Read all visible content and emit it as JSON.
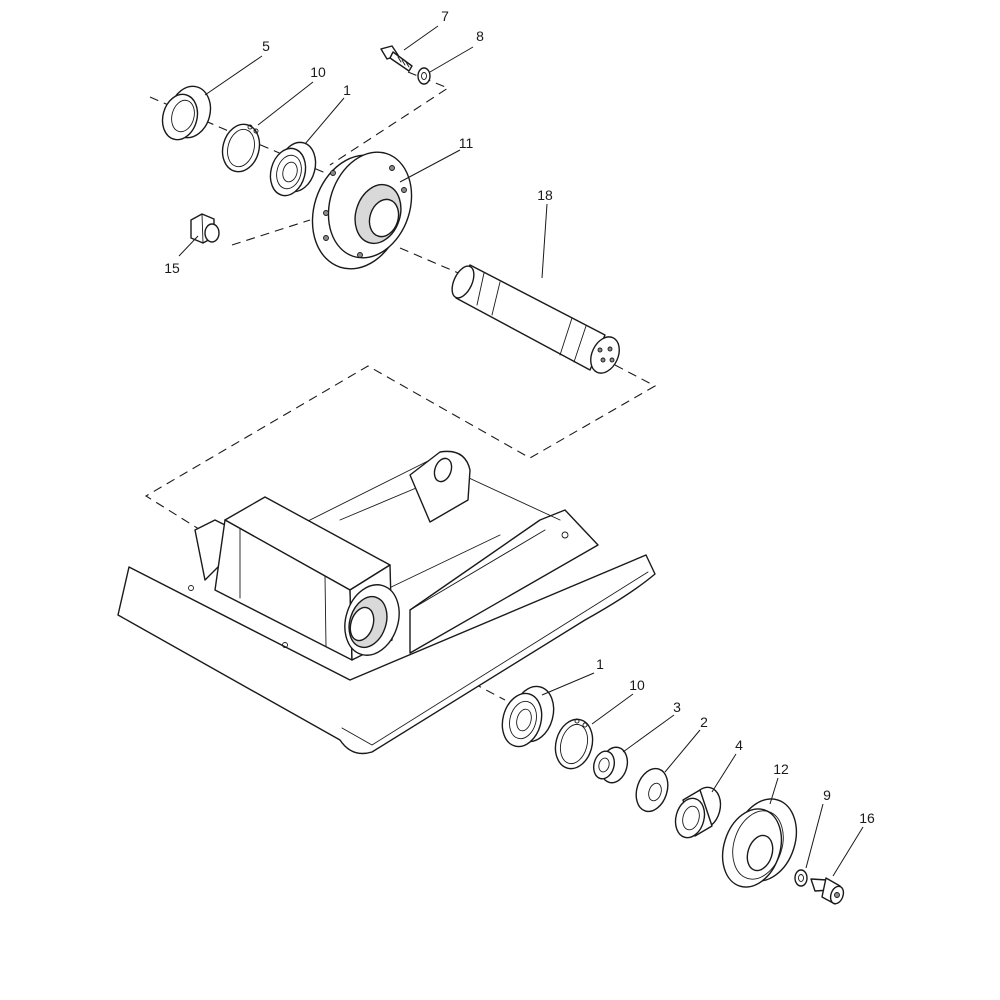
{
  "callouts": [
    {
      "id": "c7",
      "text": "7"
    },
    {
      "id": "c8",
      "text": "8"
    },
    {
      "id": "c5",
      "text": "5"
    },
    {
      "id": "c10a",
      "text": "10"
    },
    {
      "id": "c1a",
      "text": "1"
    },
    {
      "id": "c11",
      "text": "11"
    },
    {
      "id": "c18",
      "text": "18"
    },
    {
      "id": "c15",
      "text": "15"
    },
    {
      "id": "c1b",
      "text": "1"
    },
    {
      "id": "c10b",
      "text": "10"
    },
    {
      "id": "c3",
      "text": "3"
    },
    {
      "id": "c2",
      "text": "2"
    },
    {
      "id": "c4",
      "text": "4"
    },
    {
      "id": "c12",
      "text": "12"
    },
    {
      "id": "c9",
      "text": "9"
    },
    {
      "id": "c16",
      "text": "16"
    }
  ],
  "parts": [
    {
      "id": "bolt-7",
      "icon": "bolt-icon"
    },
    {
      "id": "washer-8",
      "icon": "washer-icon"
    },
    {
      "id": "seal-ring-5",
      "icon": "seal-ring-icon"
    },
    {
      "id": "circlip-10",
      "icon": "circlip-icon"
    },
    {
      "id": "bearing-1",
      "icon": "bearing-icon"
    },
    {
      "id": "flange-11",
      "icon": "flange-icon"
    },
    {
      "id": "nut-15",
      "icon": "nut-icon"
    },
    {
      "id": "shaft-18",
      "icon": "shaft-icon"
    },
    {
      "id": "base-plate",
      "icon": "base-plate-icon"
    },
    {
      "id": "spacer-3",
      "icon": "spacer-icon"
    },
    {
      "id": "washer-2",
      "icon": "washer-icon"
    },
    {
      "id": "bushing-4",
      "icon": "bushing-icon"
    },
    {
      "id": "pulley-12",
      "icon": "pulley-icon"
    },
    {
      "id": "washer-9",
      "icon": "washer-icon"
    },
    {
      "id": "screw-16",
      "icon": "screw-icon"
    }
  ],
  "colors": {
    "line": "#1a1a1a",
    "background": "#ffffff",
    "shade": "#d9d9d9"
  }
}
